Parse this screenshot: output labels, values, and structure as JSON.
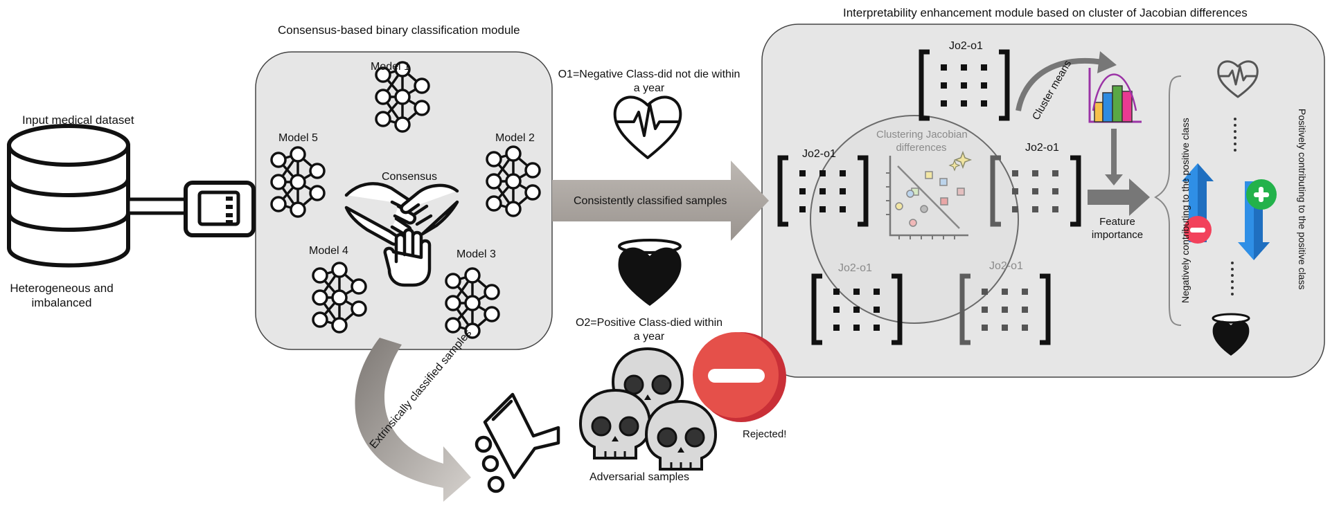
{
  "input": {
    "title": "Input medical dataset",
    "caption_line1": "Heterogeneous and",
    "caption_line2": "imbalanced"
  },
  "consensus_module": {
    "title": "Consensus-based binary classification module",
    "models": [
      "Model 1",
      "Model 2",
      "Model 3",
      "Model 4",
      "Model 5"
    ],
    "consensus_label": "Consensus"
  },
  "classes": {
    "o1_line1": "O1=Negative Class-did not die within",
    "o1_line2": "a year",
    "o2_line1": "O2=Positive Class-died within",
    "o2_line2": "a year"
  },
  "flows": {
    "consistent": "Consistently classified samples",
    "extrinsic": "Extrinsically classified samples",
    "adversarial": "Adversarial samples",
    "rejected": "Rejected!"
  },
  "interpretability_module": {
    "title": "Interpretability enhancement module based on cluster of Jacobian differences",
    "matrix_label": "Jo2-o1",
    "clustering_line1": "Clustering Jacobian",
    "clustering_line2": "differences",
    "cluster_means": "Cluster means",
    "feature_line1": "Feature",
    "feature_line2": "importance",
    "negative": "Negatively contributing to the positive class",
    "positive": "Positively contributing to the positive class"
  },
  "colors": {
    "panel_fill": "#e6e6e6",
    "arrow_grey": "#a39e99",
    "reject_red": "#e5504a",
    "arrow_blue": "#2f8fe6",
    "minus_red": "#f2415b",
    "plus_green": "#23b24b"
  }
}
